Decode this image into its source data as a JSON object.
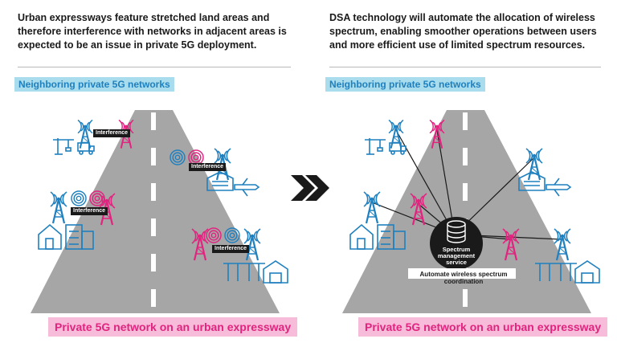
{
  "left_panel": {
    "description": "Urban expressways feature stretched land areas and therefore interference with networks in adjacent areas is expected to be an issue in private 5G deployment.",
    "neighbor_label": "Neighboring private 5G networks",
    "interference_label": "Interference",
    "caption": "Private 5G network on an urban expressway"
  },
  "right_panel": {
    "description": "DSA technology will automate the allocation of wireless spectrum, enabling smoother operations between users and more efficient use of limited spectrum resources.",
    "neighbor_label": "Neighboring private 5G networks",
    "server_label": "Spectrum management service",
    "coordination_label": "Automate wireless spectrum coordination",
    "caption": "Private 5G network on an urban expressway"
  },
  "colors": {
    "tower_blue": "#1f80bf",
    "tower_pink": "#e2237f",
    "road_gray": "#a6a6a6",
    "label_blue_bg": "#a9dcec",
    "label_pink_bg": "#f7bcd9",
    "arrow": "#1a1a1a"
  },
  "icons": [
    "cell-tower-icon",
    "crane-icon",
    "truck-icon",
    "warehouse-icon",
    "airplane-icon",
    "house-icon",
    "building-icon",
    "port-crane-icon",
    "server-icon",
    "double-chevron-icon"
  ]
}
